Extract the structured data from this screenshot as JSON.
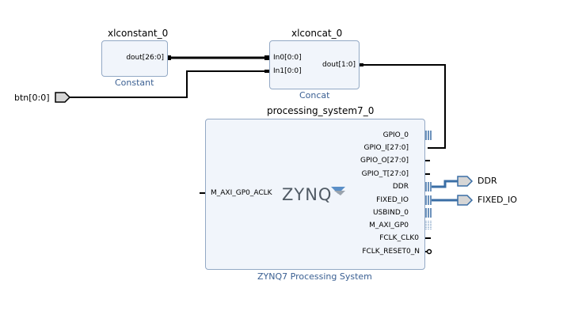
{
  "blocks": {
    "xlconstant": {
      "instance": "xlconstant_0",
      "type": "Constant",
      "pins": [
        "dout[26:0]"
      ]
    },
    "xlconcat": {
      "instance": "xlconcat_0",
      "type": "Concat",
      "pins_in": [
        "In0[0:0]",
        "In1[0:0]"
      ],
      "pins_out": [
        "dout[1:0]"
      ]
    },
    "ps7": {
      "instance": "processing_system7_0",
      "type": "ZYNQ7 Processing System",
      "logo": "ZYNQ",
      "pins_left": [
        "M_AXI_GP0_ACLK"
      ],
      "pins_right": [
        "GPIO_0",
        "GPIO_I[27:0]",
        "GPIO_O[27:0]",
        "GPIO_T[27:0]",
        "DDR",
        "FIXED_IO",
        "USBIND_0",
        "M_AXI_GP0",
        "FCLK_CLK0",
        "FCLK_RESET0_N"
      ]
    }
  },
  "ports": {
    "btn": "btn[0:0]",
    "ddr": "DDR",
    "fixed_io": "FIXED_IO"
  },
  "colors": {
    "block_fill": "#f1f5fb",
    "block_border": "#93a9c5",
    "bus_blue": "#3a6ea5",
    "wire": "#000000",
    "subtitle": "#3a5f92"
  }
}
